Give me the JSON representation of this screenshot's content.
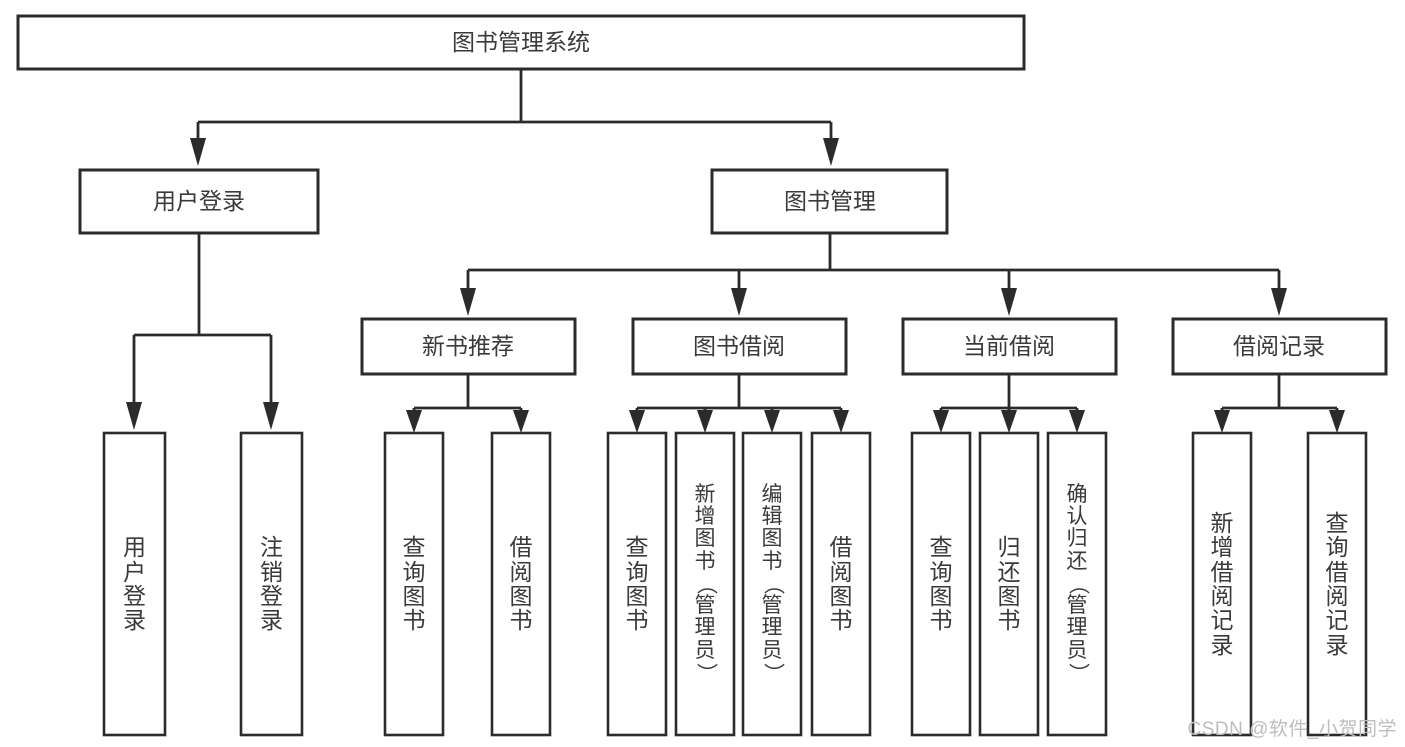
{
  "diagram": {
    "title": "图书管理系统",
    "type": "tree",
    "orientation": "top-down",
    "watermark": "CSDN @软件_小贺同学",
    "colors": {
      "stroke": "#2b2b2b",
      "box_fill": "#ffffff",
      "text": "#3a3a3a",
      "background": "#ffffff",
      "watermark": "#bdbdbd"
    },
    "root": {
      "id": "root",
      "label": "图书管理系统"
    },
    "level1": [
      {
        "id": "user-login",
        "label": "用户登录"
      },
      {
        "id": "book-management",
        "label": "图书管理"
      }
    ],
    "level2": [
      {
        "id": "new-book-recommend",
        "label": "新书推荐",
        "parent": "book-management"
      },
      {
        "id": "book-borrow",
        "label": "图书借阅",
        "parent": "book-management"
      },
      {
        "id": "current-borrow",
        "label": "当前借阅",
        "parent": "book-management"
      },
      {
        "id": "borrow-record",
        "label": "借阅记录",
        "parent": "book-management"
      }
    ],
    "leaves": [
      {
        "id": "leaf-user-login",
        "label": "用户登录",
        "parent": "user-login"
      },
      {
        "id": "leaf-logout",
        "label": "注销登录",
        "parent": "user-login"
      },
      {
        "id": "leaf-query-book-1",
        "label": "查询图书",
        "parent": "new-book-recommend"
      },
      {
        "id": "leaf-borrow-book-1",
        "label": "借阅图书",
        "parent": "new-book-recommend"
      },
      {
        "id": "leaf-query-book-2",
        "label": "查询图书",
        "parent": "book-borrow"
      },
      {
        "id": "leaf-add-book",
        "label": "新增图书（管理员）",
        "parent": "book-borrow"
      },
      {
        "id": "leaf-edit-book",
        "label": "编辑图书（管理员）",
        "parent": "book-borrow"
      },
      {
        "id": "leaf-borrow-book-2",
        "label": "借阅图书",
        "parent": "book-borrow"
      },
      {
        "id": "leaf-query-book-3",
        "label": "查询图书",
        "parent": "current-borrow"
      },
      {
        "id": "leaf-return-book",
        "label": "归还图书",
        "parent": "current-borrow"
      },
      {
        "id": "leaf-confirm-return",
        "label": "确认归还（管理员）",
        "parent": "current-borrow"
      },
      {
        "id": "leaf-add-record",
        "label": "新增借阅记录",
        "parent": "borrow-record"
      },
      {
        "id": "leaf-query-record",
        "label": "查询借阅记录",
        "parent": "borrow-record"
      }
    ]
  }
}
